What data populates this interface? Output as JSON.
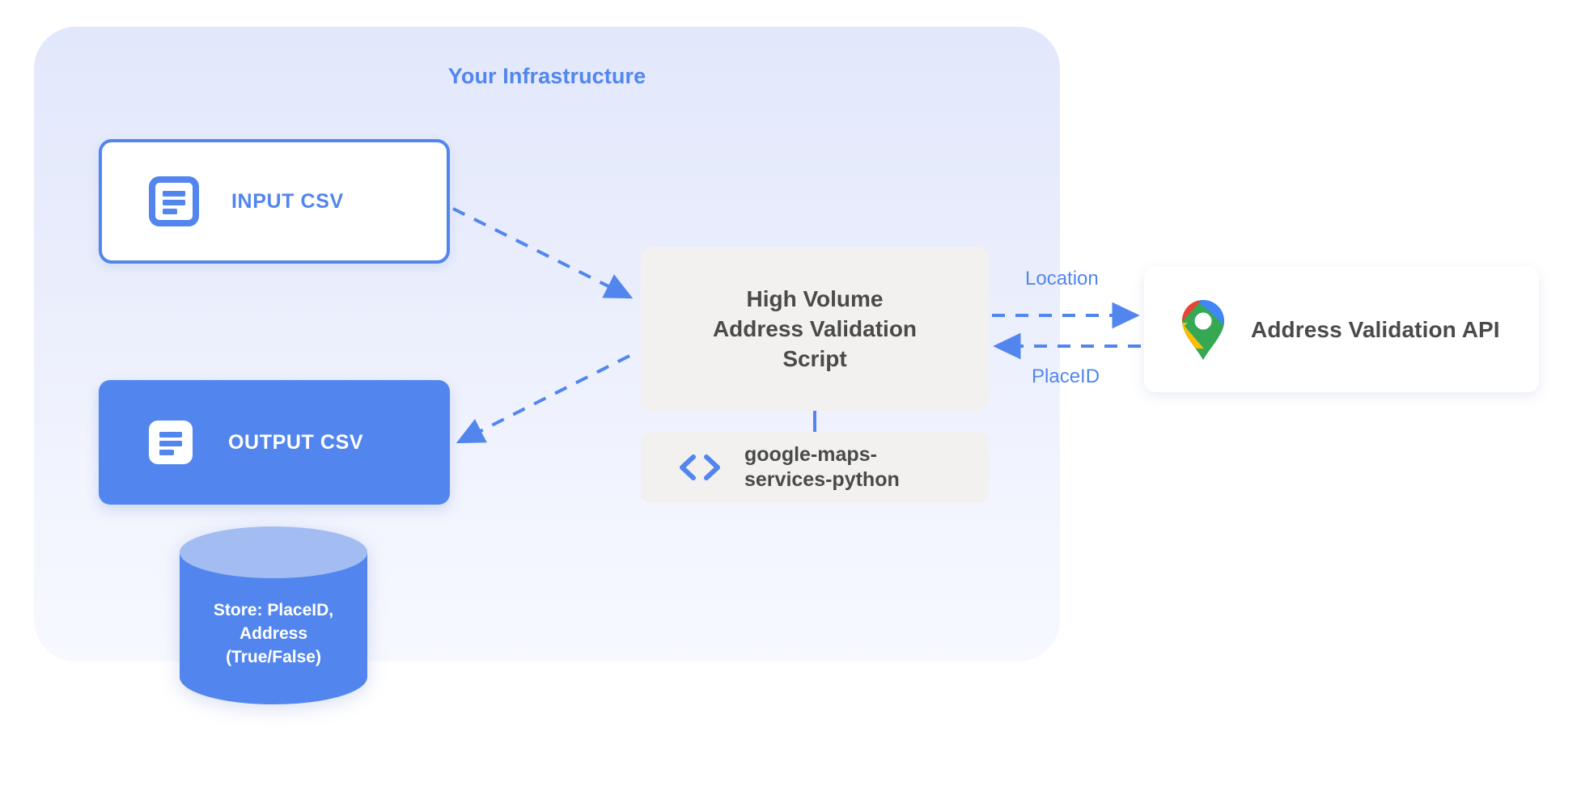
{
  "colors": {
    "brand_blue": "#5286EE",
    "panel_top": "#E2E8FB",
    "panel_bottom": "#F7F9FF",
    "card_gray": "#F2F1EF",
    "text_dark": "#4A4A48",
    "white": "#ffffff",
    "cylinder_top": "#A3BDF2",
    "gmaps_blue": "#4285F4",
    "gmaps_red": "#EA4335",
    "gmaps_yellow": "#FBBC04",
    "gmaps_green": "#34A853"
  },
  "panel": {
    "title": "Your Infrastructure"
  },
  "nodes": {
    "input_csv": {
      "label": "INPUT CSV",
      "icon": "document-icon"
    },
    "output_csv": {
      "label": "OUTPUT CSV",
      "icon": "document-icon"
    },
    "script": {
      "line1": "High Volume",
      "line2": "Address Validation",
      "line3": "Script"
    },
    "library": {
      "line1": "google-maps-",
      "line2": "services-python",
      "icon": "code-icon"
    },
    "api": {
      "label": "Address Validation API",
      "icon": "google-maps-pin-icon"
    },
    "database": {
      "line1": "Store: PlaceID,",
      "line2": "Address",
      "line3": "(True/False)",
      "text": "Store: PlaceID,\nAddress\n(True/False)"
    }
  },
  "edges": [
    {
      "id": "input-to-script",
      "label": "",
      "from": "input_csv",
      "to": "script",
      "style": "dashed",
      "direction": "forward"
    },
    {
      "id": "script-to-output",
      "label": "",
      "from": "script",
      "to": "output_csv",
      "style": "dashed",
      "direction": "forward"
    },
    {
      "id": "script-to-api",
      "label": "Location",
      "from": "script",
      "to": "api",
      "style": "dashed",
      "direction": "forward"
    },
    {
      "id": "api-to-script",
      "label": "PlaceID",
      "from": "api",
      "to": "script",
      "style": "dashed",
      "direction": "forward"
    },
    {
      "id": "script-to-library",
      "label": "",
      "from": "script",
      "to": "library",
      "style": "solid",
      "direction": "none"
    }
  ],
  "edge_labels": {
    "location": "Location",
    "placeid": "PlaceID"
  }
}
